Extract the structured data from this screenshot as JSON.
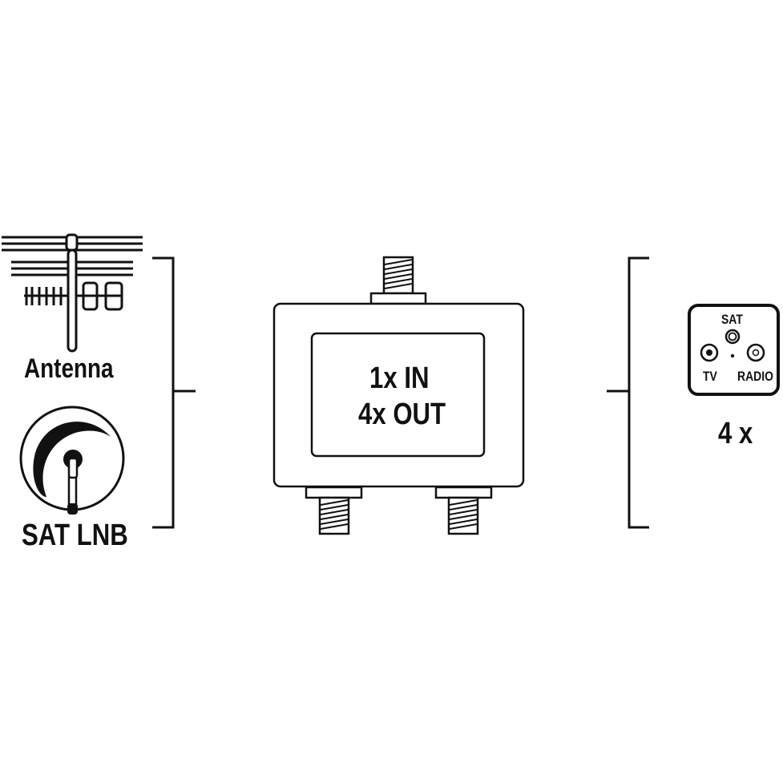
{
  "diagram": {
    "type": "connection-diagram",
    "colors": {
      "line": "#111111",
      "background": "#ffffff"
    },
    "inputs": {
      "antenna": {
        "label": "Antenna",
        "icon": "antenna-icon"
      },
      "sat_lnb": {
        "label": "SAT LNB",
        "icon": "satellite-dish-icon"
      }
    },
    "splitter": {
      "icon": "splitter-icon",
      "line1": "1x IN",
      "line2": "4x OUT"
    },
    "outputs": {
      "socket": {
        "icon": "wall-socket-icon",
        "sat_label": "SAT",
        "tv_label": "TV",
        "radio_label": "RADIO"
      },
      "multiplier": "4 x"
    }
  }
}
